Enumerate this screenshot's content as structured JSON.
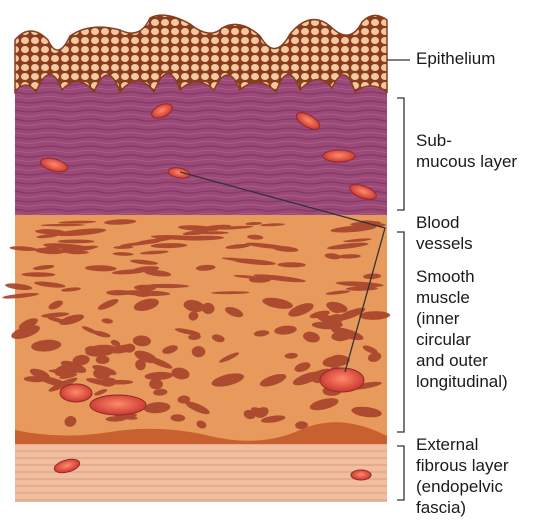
{
  "labels": {
    "epithelium": [
      "Epithelium"
    ],
    "submucous": [
      "Sub-",
      "mucous layer"
    ],
    "blood_vessels": [
      "Blood",
      "vessels"
    ],
    "smooth_muscle": [
      "Smooth",
      "muscle",
      "(inner",
      "circular",
      "and outer",
      "longitudinal)"
    ],
    "external": [
      "External",
      "fibrous layer",
      "(endopelvic",
      "fascia)"
    ]
  },
  "colors": {
    "epithelium_cell": "#f3c9a0",
    "epithelium_border": "#8a3c1e",
    "submucous": "#9b4a78",
    "muscle_bg": "#e79a5c",
    "muscle_fiber": "#a9452e",
    "external": "#f1bfa0",
    "vessel": "#e0453a",
    "line": "#333333"
  }
}
